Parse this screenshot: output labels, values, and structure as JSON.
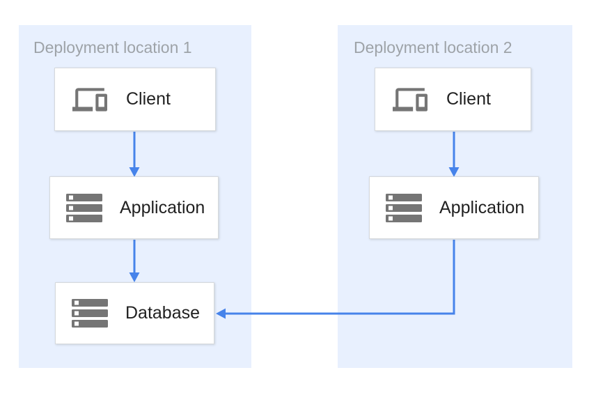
{
  "diagram": {
    "zones": [
      {
        "title": "Deployment location 1",
        "nodes": [
          {
            "id": "client-1",
            "label": "Client",
            "icon": "devices-icon"
          },
          {
            "id": "application-1",
            "label": "Application",
            "icon": "server-stack-icon"
          },
          {
            "id": "database-1",
            "label": "Database",
            "icon": "server-stack-icon"
          }
        ]
      },
      {
        "title": "Deployment location 2",
        "nodes": [
          {
            "id": "client-2",
            "label": "Client",
            "icon": "devices-icon"
          },
          {
            "id": "application-2",
            "label": "Application",
            "icon": "server-stack-icon"
          }
        ]
      }
    ],
    "edges": [
      {
        "from": "client-1",
        "to": "application-1"
      },
      {
        "from": "application-1",
        "to": "database-1"
      },
      {
        "from": "client-2",
        "to": "application-2"
      },
      {
        "from": "application-2",
        "to": "database-1"
      }
    ]
  },
  "colors": {
    "zone-bg": "#E8F0FE",
    "arrow-blue": "#4683EA",
    "icon-gray": "#757575",
    "node-border": "#D6D9DC",
    "label-dark": "#212121",
    "title-gray": "#9EA3A8"
  }
}
